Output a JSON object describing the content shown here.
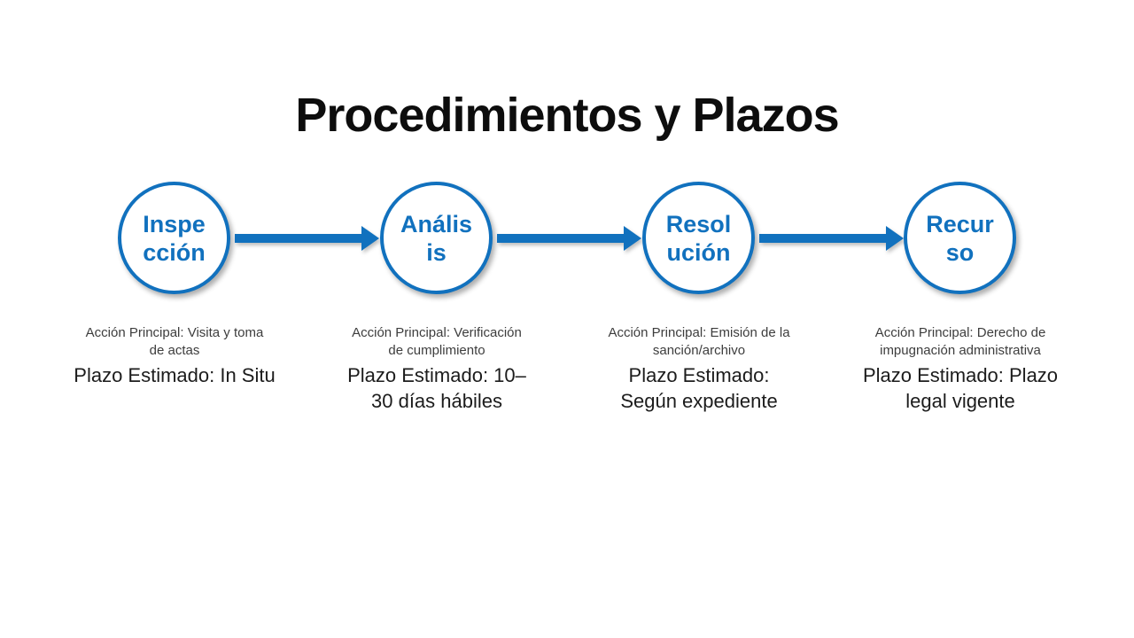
{
  "slide": {
    "title": "Procedimientos y Plazos",
    "accent_color": "#1171BE"
  },
  "steps": [
    {
      "name": "Inspección",
      "circle_label": "Inspe\ncción",
      "action": "Acción Principal: Visita y toma\nde actas",
      "plazo": "Plazo Estimado: In Situ"
    },
    {
      "name": "Análisis",
      "circle_label": "Anális\nis",
      "action": "Acción Principal: Verificación\nde cumplimiento",
      "plazo": "Plazo Estimado: 10–\n30 días hábiles"
    },
    {
      "name": "Resolución",
      "circle_label": "Resol\nución",
      "action": "Acción Principal: Emisión de la\nsanción/archivo",
      "plazo": "Plazo Estimado:\nSegún expediente"
    },
    {
      "name": "Recurso",
      "circle_label": "Recur\nso",
      "action": "Acción Principal: Derecho de\nimpugnación administrativa",
      "plazo": "Plazo Estimado: Plazo\nlegal vigente"
    }
  ]
}
